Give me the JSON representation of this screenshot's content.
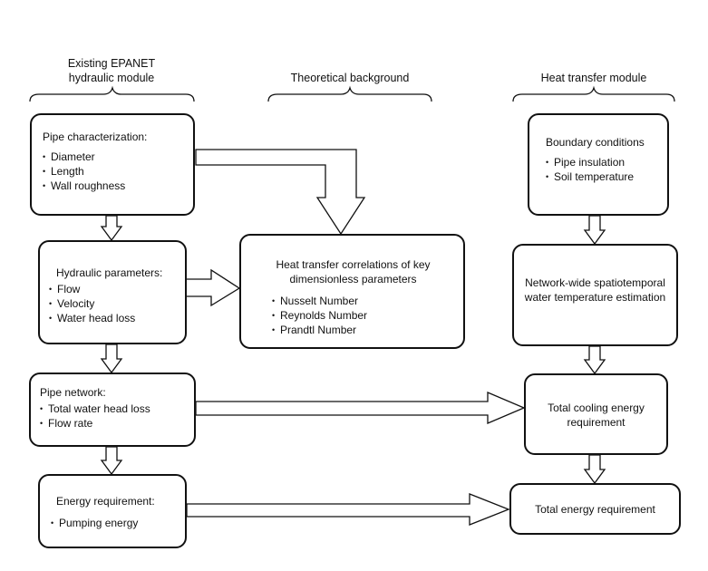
{
  "headers": {
    "left": "Existing EPANET hydraulic module",
    "middle": "Theoretical background",
    "right": "Heat transfer module"
  },
  "boxes": {
    "pipe_characterization": {
      "title": "Pipe characterization:",
      "items": [
        "Diameter",
        "Length",
        "Wall roughness"
      ]
    },
    "hydraulic_parameters": {
      "title": "Hydraulic parameters:",
      "items": [
        "Flow",
        "Velocity",
        "Water head loss"
      ]
    },
    "pipe_network": {
      "title": "Pipe network:",
      "items": [
        "Total water head loss",
        "Flow rate"
      ]
    },
    "energy_requirement": {
      "title": "Energy requirement:",
      "items": [
        "Pumping energy"
      ]
    },
    "heat_transfer_correlations": {
      "title": "Heat transfer correlations of key dimensionless parameters",
      "items": [
        "Nusselt Number",
        "Reynolds Number",
        "Prandtl Number"
      ]
    },
    "boundary_conditions": {
      "title": "Boundary conditions",
      "items": [
        "Pipe insulation",
        "Soil temperature"
      ]
    },
    "temperature_estimation": {
      "title": "Network-wide spatiotemporal water temperature estimation"
    },
    "cooling_energy": {
      "title": "Total cooling energy requirement"
    },
    "total_energy": {
      "title": "Total energy requirement"
    }
  }
}
